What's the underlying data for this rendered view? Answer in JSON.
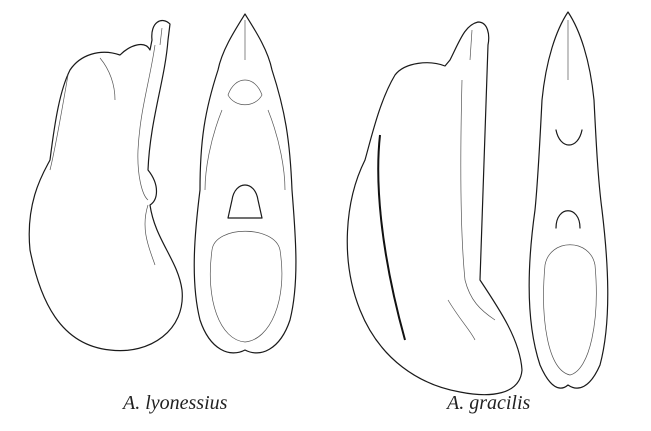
{
  "figure": {
    "specimens": [
      {
        "name": "A. lyonessius",
        "views": [
          "lateral",
          "dorsal"
        ]
      },
      {
        "name": "A. gracilis",
        "views": [
          "lateral",
          "dorsal"
        ]
      }
    ]
  }
}
